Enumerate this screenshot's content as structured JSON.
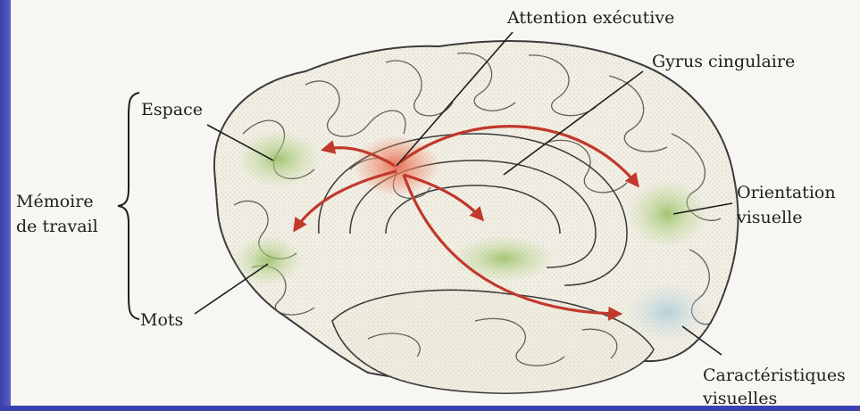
{
  "labels": {
    "attention": "Attention exécutive",
    "gyrus": "Gyrus cingulaire",
    "espace": "Espace",
    "memoire_line1": "Mémoire",
    "memoire_line2": "de travail",
    "orientation_line1": "Orientation",
    "orientation_line2": "visuelle",
    "mots": "Mots",
    "caracteristiques_line1": "Caractéristiques",
    "caracteristiques_line2": "visuelles"
  },
  "colors": {
    "arrow": "#c0392b",
    "highlight_red": "#e8604a",
    "highlight_green": "#9cc26a",
    "highlight_blue": "#b9d3dc",
    "brain_fill": "#f2efe4",
    "outline": "#3a3a3a",
    "background": "#4a4fb0"
  }
}
